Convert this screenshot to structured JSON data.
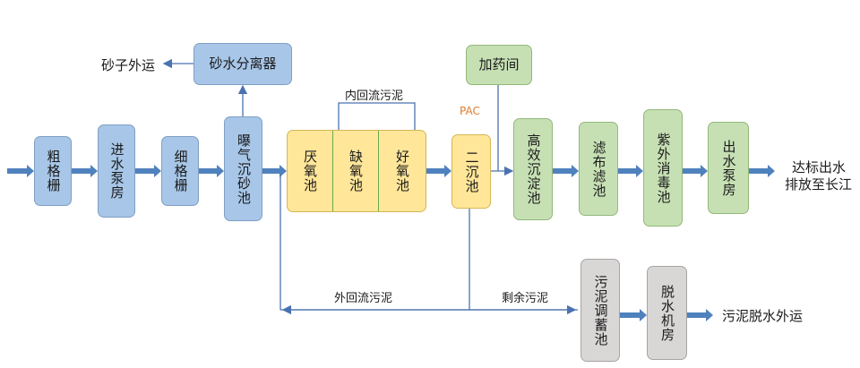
{
  "nodes": {
    "coarse_screen": "粗格栅",
    "inlet_pump": "进水泵房",
    "fine_screen": "细格栅",
    "grit_chamber": "曝气沉砂池",
    "sand_separator": "砂水分离器",
    "anaerobic": "厌氧池",
    "anoxic": "缺氧池",
    "aerobic": "好氧池",
    "secondary_clarifier": "二沉池",
    "dosing_room": "加药间",
    "high_eff_sed": "高效沉淀池",
    "cloth_filter": "滤布滤池",
    "uv_disinfection": "紫外消毒池",
    "outlet_pump": "出水泵房",
    "sludge_tank": "污泥调蓄池",
    "dewatering": "脱水机房"
  },
  "labels": {
    "sand_out": "砂子外运",
    "internal_reflux": "内回流污泥",
    "pac": "PAC",
    "discharge_line1": "达标出水",
    "discharge_line2": "排放至长江",
    "external_reflux": "外回流污泥",
    "excess_sludge": "剩余污泥",
    "sludge_out": "污泥脱水外运"
  },
  "colors": {
    "arrow": "#4f81bd",
    "line": "#4a72b0",
    "blue_box": "#a7c6e8",
    "green_box": "#c6e0b4",
    "yellow_box": "#ffe699",
    "gray_box": "#d9d6d6",
    "pac": "#e07b2a"
  }
}
